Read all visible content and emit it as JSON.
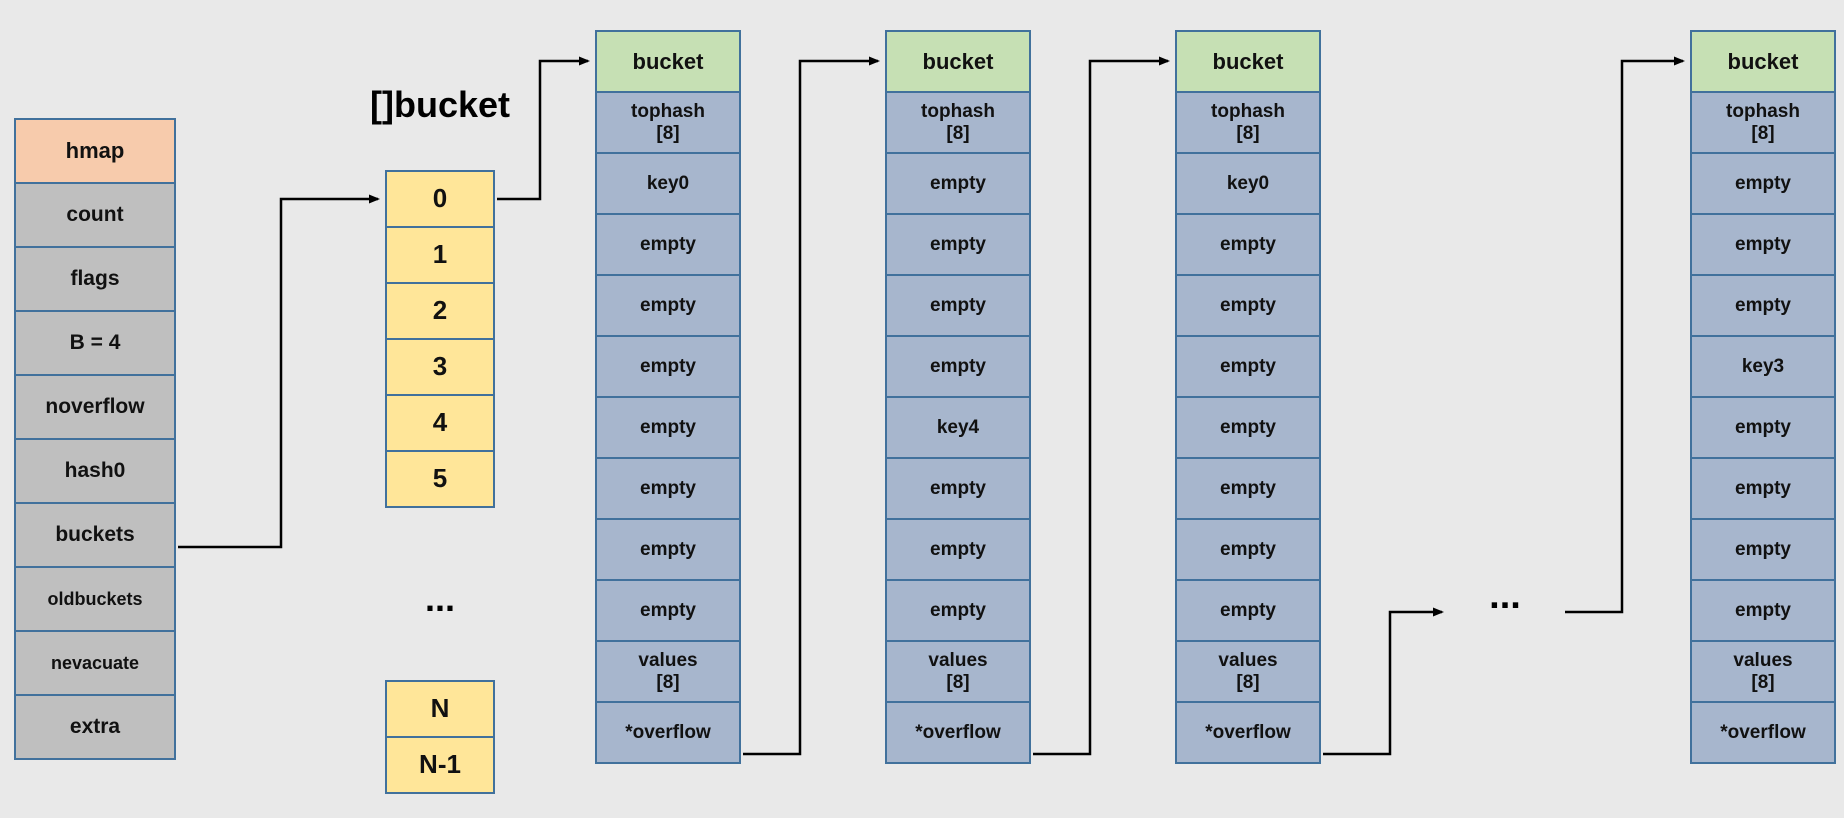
{
  "colors": {
    "background": "#e9e9e9",
    "hmap_header_fill": "#f7cbac",
    "field_fill": "#bfbfbf",
    "index_fill": "#ffe699",
    "bucket_header_fill": "#c6e0b4",
    "bucket_cell_fill": "#a7b6cd",
    "border": "#41719c",
    "arrow": "#000000"
  },
  "hmap": {
    "title": "hmap",
    "fields": [
      "count",
      "flags",
      "B = 4",
      "noverflow",
      "hash0",
      "buckets",
      "oldbuckets",
      "nevacuate",
      "extra"
    ]
  },
  "bucket_array": {
    "title": "[]bucket",
    "indices": [
      "0",
      "1",
      "2",
      "3",
      "4",
      "5"
    ],
    "ellipsis": "...",
    "tail_indices": [
      "N",
      "N-1"
    ]
  },
  "buckets_ellipsis": "...",
  "buckets": [
    {
      "header": "bucket",
      "tophash": "tophash\n[8]",
      "slots": [
        "key0",
        "empty",
        "empty",
        "empty",
        "empty",
        "empty",
        "empty",
        "empty"
      ],
      "values": "values\n[8]",
      "overflow": "*overflow"
    },
    {
      "header": "bucket",
      "tophash": "tophash\n[8]",
      "slots": [
        "empty",
        "empty",
        "empty",
        "empty",
        "key4",
        "empty",
        "empty",
        "empty"
      ],
      "values": "values\n[8]",
      "overflow": "*overflow"
    },
    {
      "header": "bucket",
      "tophash": "tophash\n[8]",
      "slots": [
        "key0",
        "empty",
        "empty",
        "empty",
        "empty",
        "empty",
        "empty",
        "empty"
      ],
      "values": "values\n[8]",
      "overflow": "*overflow"
    },
    {
      "header": "bucket",
      "tophash": "tophash\n[8]",
      "slots": [
        "empty",
        "empty",
        "empty",
        "key3",
        "empty",
        "empty",
        "empty",
        "empty"
      ],
      "values": "values\n[8]",
      "overflow": "*overflow"
    }
  ]
}
